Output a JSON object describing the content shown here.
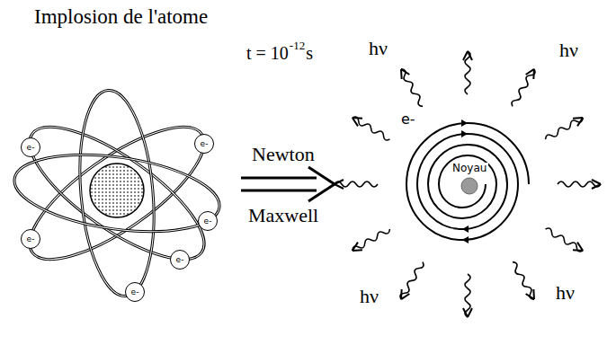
{
  "diagram": {
    "title": "Implosion de l'atome",
    "nodes": [
      {
        "text": [
          "e-"
        ]
      },
      {
        "text": [
          "e-"
        ]
      },
      {
        "text": [
          "e-"
        ]
      },
      {
        "text": [
          "e-"
        ]
      },
      {
        "text": [
          "e-"
        ]
      },
      {
        "text": [
          "e-"
        ]
      }
    ],
    "labels": [
      "t = 10",
      "-12",
      "s",
      "Newton",
      "Maxwell",
      "hν",
      "hν",
      "hν",
      "hν",
      "e-",
      "Noyau"
    ]
  }
}
